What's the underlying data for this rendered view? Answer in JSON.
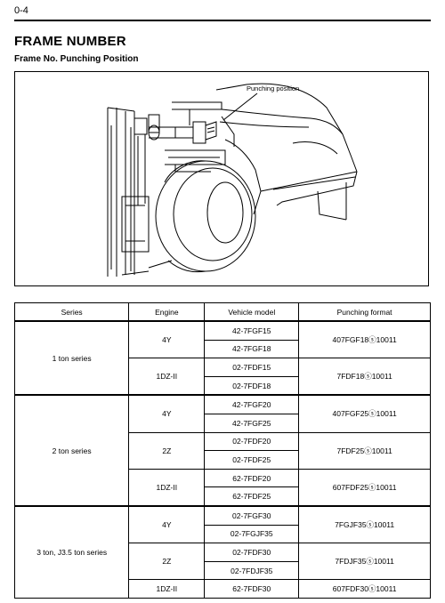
{
  "header": {
    "page_number": "0-4",
    "title": "FRAME NUMBER",
    "subtitle": "Frame No. Punching Position"
  },
  "figure": {
    "callout": "Punching position"
  },
  "table": {
    "columns": [
      "Series",
      "Engine",
      "Vehicle model",
      "Punching format"
    ],
    "groups": [
      {
        "series": "1 ton series",
        "engines": [
          {
            "engine": "4Y",
            "models": [
              "42-7FGF15",
              "42-7FGF18"
            ],
            "format": "407FGF18ⓢ10011"
          },
          {
            "engine": "1DZ-II",
            "models": [
              "02-7FDF15",
              "02-7FDF18"
            ],
            "format": "7FDF18ⓢ10011"
          }
        ]
      },
      {
        "series": "2 ton series",
        "engines": [
          {
            "engine": "4Y",
            "models": [
              "42-7FGF20",
              "42-7FGF25"
            ],
            "format": "407FGF25ⓢ10011"
          },
          {
            "engine": "2Z",
            "models": [
              "02-7FDF20",
              "02-7FDF25"
            ],
            "format": "7FDF25ⓢ10011"
          },
          {
            "engine": "1DZ-II",
            "models": [
              "62-7FDF20",
              "62-7FDF25"
            ],
            "format": "607FDF25ⓢ10011"
          }
        ]
      },
      {
        "series": "3 ton, J3.5 ton series",
        "engines": [
          {
            "engine": "4Y",
            "models": [
              "02-7FGF30",
              "02-7FGJF35"
            ],
            "format": "7FGJF35ⓢ10011"
          },
          {
            "engine": "2Z",
            "models": [
              "02-7FDF30",
              "02-7FDJF35"
            ],
            "format": "7FDJF35ⓢ10011"
          },
          {
            "engine": "1DZ-II",
            "models": [
              "62-7FDF30"
            ],
            "format": "607FDF30ⓢ10011"
          }
        ]
      }
    ]
  }
}
